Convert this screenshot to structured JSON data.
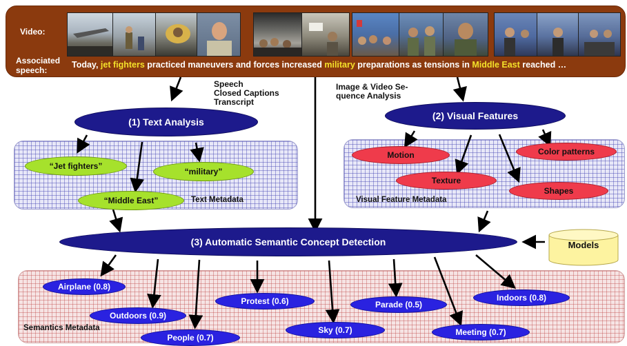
{
  "banner": {
    "video_label": "Video:",
    "speech_label": "Associated speech:",
    "speech_parts": [
      {
        "text": "Today, ",
        "highlight": false
      },
      {
        "text": "jet fighters",
        "highlight": true
      },
      {
        "text": " practiced maneuvers and forces increased ",
        "highlight": false
      },
      {
        "text": "military",
        "highlight": true
      },
      {
        "text": " preparations as tensions in ",
        "highlight": false
      },
      {
        "text": "Middle East",
        "highlight": true
      },
      {
        "text": " reached  …",
        "highlight": false
      }
    ]
  },
  "notes": {
    "speech_sources": "Speech\nClosed Captions\nTranscript",
    "image_video": "Image & Video Se-\nquence Analysis"
  },
  "text_analysis": {
    "title": "(1) Text Analysis",
    "terms": [
      "“Jet fighters”",
      "“military”",
      "“Middle East”"
    ],
    "box_label": "Text Metadata"
  },
  "visual_features": {
    "title": "(2) Visual Features",
    "features": [
      "Motion",
      "Color patterns",
      "Texture",
      "Shapes"
    ],
    "box_label": "Visual Feature Metadata"
  },
  "concept_detection": {
    "title": "(3) Automatic Semantic Concept Detection"
  },
  "models": {
    "label": "Models"
  },
  "semantics": {
    "box_label": "Semantics Metadata",
    "concepts": [
      "Airplane (0.8)",
      "Outdoors (0.9)",
      "People (0.7)",
      "Protest (0.6)",
      "Sky (0.7)",
      "Parade (0.5)",
      "Meeting (0.7)",
      "Indoors (0.8)"
    ]
  },
  "colors": {
    "banner": "#8b3a0e",
    "highlight": "#f4e12a",
    "navy": "#1d1a8c",
    "term_green": "#a6e12c",
    "feature_red": "#ef3b4b",
    "concept_blue": "#2a22e0",
    "models_yellow": "#fdf3a0"
  },
  "icons": {
    "video_frames": "news-video-keyframes",
    "models": "database-cylinder-icon"
  }
}
